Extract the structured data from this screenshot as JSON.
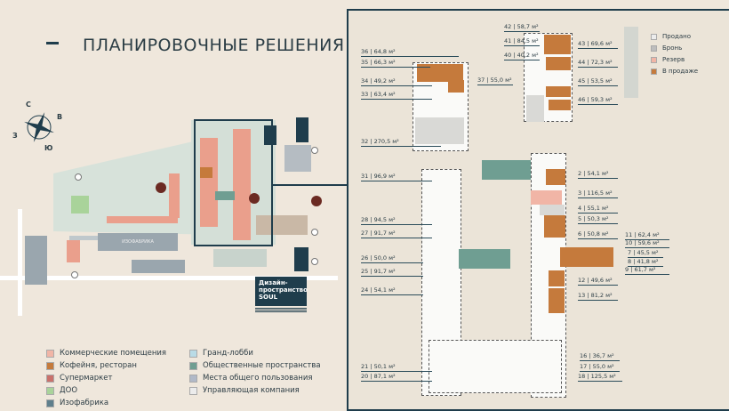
{
  "header": {
    "title": "ПЛАНИРОВОЧНЫЕ РЕШЕНИЯ"
  },
  "compass": {
    "n": "С",
    "e": "В",
    "s": "Ю",
    "w": "З"
  },
  "map": {
    "factory_label": "ИЗОФАБРИКА",
    "design_space": "Дизайн-пространство SOUL"
  },
  "legend_left": [
    {
      "label": "Коммерческие помещения",
      "color": "#f1b5a6"
    },
    {
      "label": "Кофейня, ресторан",
      "color": "#c57a3c"
    },
    {
      "label": "Супермаркет",
      "color": "#c9716b"
    },
    {
      "label": "ДОО",
      "color": "#a9d39a"
    },
    {
      "label": "Изофабрика",
      "color": "#5f7f8c"
    }
  ],
  "legend_right": [
    {
      "label": "Гранд-лобби",
      "color": "#b9dbe6"
    },
    {
      "label": "Общественные пространства",
      "color": "#6f9e92"
    },
    {
      "label": "Места общего пользования",
      "color": "#b1b9c8"
    },
    {
      "label": "Управляющая компания",
      "color": "#ececec"
    }
  ],
  "status_legend": [
    {
      "label": "Продано",
      "color": "#ececec"
    },
    {
      "label": "Бронь",
      "color": "#bdbdbd"
    },
    {
      "label": "Резерв",
      "color": "#f1b5a6"
    },
    {
      "label": "В продаже",
      "color": "#c57a3c"
    }
  ],
  "units": [
    {
      "n": "36 | 64,8 м²"
    },
    {
      "n": "35 | 66,3 м²"
    },
    {
      "n": "34 | 49,2 м²"
    },
    {
      "n": "33 | 63,4 м²"
    },
    {
      "n": "32 | 270,5 м²"
    },
    {
      "n": "31 | 96,9 м²"
    },
    {
      "n": "28 | 94,5 м²"
    },
    {
      "n": "27 | 91,7 м²"
    },
    {
      "n": "26 | 50,0 м²"
    },
    {
      "n": "25 | 91,7 м²"
    },
    {
      "n": "24 | 54,1 м²"
    },
    {
      "n": "21 | 50,1 м²"
    },
    {
      "n": "20 | 87,1 м²"
    },
    {
      "n": "37 | 55,0 м²"
    },
    {
      "n": "42 | 58,7 м²"
    },
    {
      "n": "41 | 84,5 м²"
    },
    {
      "n": "40 | 40,2 м²"
    },
    {
      "n": "43 | 69,6 м²"
    },
    {
      "n": "44 | 72,3 м²"
    },
    {
      "n": "45 | 53,5 м²"
    },
    {
      "n": "46 | 59,3 м²"
    },
    {
      "n": "2 | 54,1 м²"
    },
    {
      "n": "3 | 116,5 м²"
    },
    {
      "n": "4 | 55,1 м²"
    },
    {
      "n": "5 | 50,3 м²"
    },
    {
      "n": "6 | 50,8 м²"
    },
    {
      "n": "11 | 62,4 м²"
    },
    {
      "n": "10 | 59,6 м²"
    },
    {
      "n": "7 | 45,5 м²"
    },
    {
      "n": "8 | 41,8 м²"
    },
    {
      "n": "9 | 61,7 м²"
    },
    {
      "n": "12 | 49,6 м²"
    },
    {
      "n": "13 | 81,2 м²"
    },
    {
      "n": "16 | 36,7 м²"
    },
    {
      "n": "17 | 55,0 м²"
    },
    {
      "n": "18 | 125,5 м²"
    }
  ]
}
